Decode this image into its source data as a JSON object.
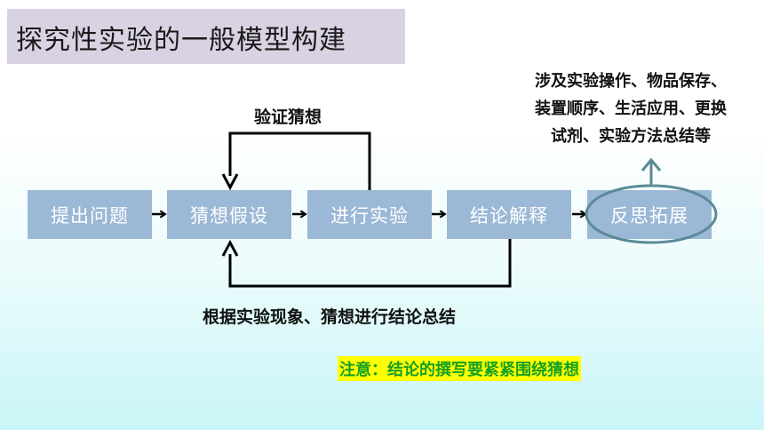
{
  "title": "探究性实验的一般模型构建",
  "steps": [
    {
      "label": "提出问题"
    },
    {
      "label": "猜想假设"
    },
    {
      "label": "进行实验"
    },
    {
      "label": "结论解释"
    },
    {
      "label": "反思拓展"
    }
  ],
  "loop_top_label": "验证猜想",
  "loop_bottom_label": "根据实验现象、猜想进行结论总结",
  "extension_text": {
    "line1": "涉及实验操作、物品保存、",
    "line2": "装置顺序、生活应用、更换",
    "line3": "试剂、实验方法总结等"
  },
  "note": "注意：结论的撰写要紧紧围绕猜想",
  "colors": {
    "step_fill": "#9bb8d6",
    "highlight_ellipse": "#5a8a96",
    "note_background": "#ffff00",
    "note_text": "#17a022",
    "up_arrow": "#5a8a96"
  }
}
